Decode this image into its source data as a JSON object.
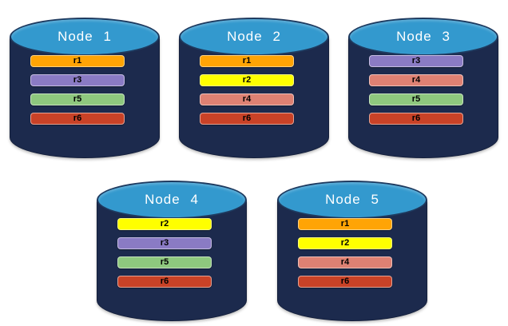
{
  "diagram": {
    "colors": {
      "cylinder_body": "#1C2A4D",
      "cylinder_top": "#3399CE",
      "cylinder_outline": "#1E3A5F",
      "replica_r1": "#FFA405",
      "replica_r2": "#FFFF00",
      "replica_r3": "#8A7BC4",
      "replica_r4": "#DE8173",
      "replica_r5": "#8EC87E",
      "replica_r6": "#C94227",
      "node_label_text": "#FFFFFF",
      "replica_label_text": "#000000"
    }
  },
  "nodes": [
    {
      "label": "Node 1",
      "replicas": [
        {
          "label": "r1",
          "color": "#FFA405"
        },
        {
          "label": "r3",
          "color": "#8A7BC4"
        },
        {
          "label": "r5",
          "color": "#8EC87E"
        },
        {
          "label": "r6",
          "color": "#C94227"
        }
      ]
    },
    {
      "label": "Node 2",
      "replicas": [
        {
          "label": "r1",
          "color": "#FFA405"
        },
        {
          "label": "r2",
          "color": "#FFFF00"
        },
        {
          "label": "r4",
          "color": "#DE8173"
        },
        {
          "label": "r6",
          "color": "#C94227"
        }
      ]
    },
    {
      "label": "Node 3",
      "replicas": [
        {
          "label": "r3",
          "color": "#8A7BC4"
        },
        {
          "label": "r4",
          "color": "#DE8173"
        },
        {
          "label": "r5",
          "color": "#8EC87E"
        },
        {
          "label": "r6",
          "color": "#C94227"
        }
      ]
    },
    {
      "label": "Node 4",
      "replicas": [
        {
          "label": "r2",
          "color": "#FFFF00"
        },
        {
          "label": "r3",
          "color": "#8A7BC4"
        },
        {
          "label": "r5",
          "color": "#8EC87E"
        },
        {
          "label": "r6",
          "color": "#C94227"
        }
      ]
    },
    {
      "label": "Node 5",
      "replicas": [
        {
          "label": "r1",
          "color": "#FFA405"
        },
        {
          "label": "r2",
          "color": "#FFFF00"
        },
        {
          "label": "r4",
          "color": "#DE8173"
        },
        {
          "label": "r6",
          "color": "#C94227"
        }
      ]
    }
  ]
}
